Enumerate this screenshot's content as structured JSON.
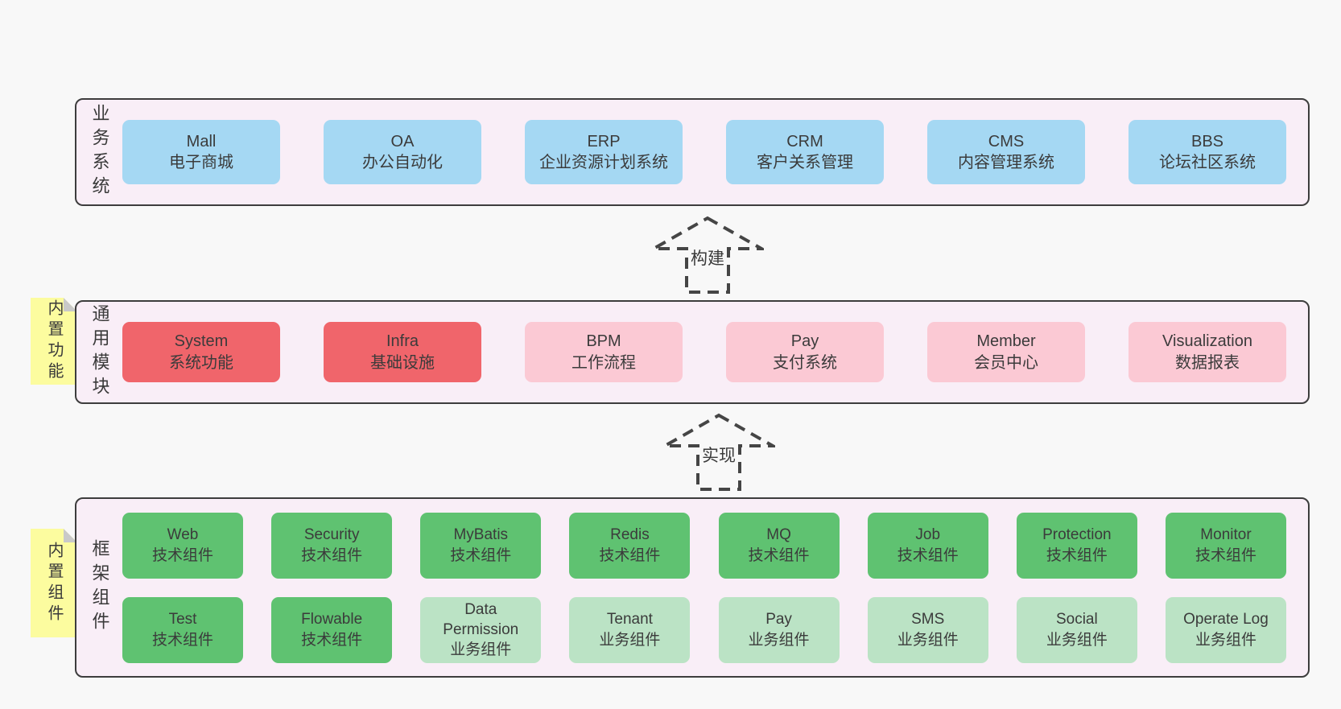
{
  "colors": {
    "page_bg": "#f8f8f8",
    "band_bg": "#f9eef7",
    "band_border": "#3d3d3d",
    "business_system_box": "#a5d8f3",
    "core_module_box": "#f0656b",
    "optional_module_box": "#fbc9d4",
    "tech_component_box": "#5fc271",
    "business_component_box": "#bbe3c5",
    "sticky_note": "#fcfc9f",
    "sticky_fold": "#c9c9c9",
    "text": "#3a3a3a"
  },
  "bands": [
    {
      "label": "业务系统",
      "boxes": [
        {
          "en": "Mall",
          "zh": "电子商城"
        },
        {
          "en": "OA",
          "zh": "办公自动化"
        },
        {
          "en": "ERP",
          "zh": "企业资源计划系统"
        },
        {
          "en": "CRM",
          "zh": "客户关系管理"
        },
        {
          "en": "CMS",
          "zh": "内容管理系统"
        },
        {
          "en": "BBS",
          "zh": "论坛社区系统"
        }
      ]
    },
    {
      "label": "通用模块",
      "sticky": "内置功能",
      "boxes": [
        {
          "en": "System",
          "zh": "系统功能"
        },
        {
          "en": "Infra",
          "zh": "基础设施"
        },
        {
          "en": "BPM",
          "zh": "工作流程"
        },
        {
          "en": "Pay",
          "zh": "支付系统"
        },
        {
          "en": "Member",
          "zh": "会员中心"
        },
        {
          "en": "Visualization",
          "zh": "数据报表"
        }
      ]
    },
    {
      "label": "框架组件",
      "sticky": "内置组件",
      "row1": [
        {
          "en": "Web",
          "zh": "技术组件"
        },
        {
          "en": "Security",
          "zh": "技术组件"
        },
        {
          "en": "MyBatis",
          "zh": "技术组件"
        },
        {
          "en": "Redis",
          "zh": "技术组件"
        },
        {
          "en": "MQ",
          "zh": "技术组件"
        },
        {
          "en": "Job",
          "zh": "技术组件"
        },
        {
          "en": "Protection",
          "zh": "技术组件"
        },
        {
          "en": "Monitor",
          "zh": "技术组件"
        }
      ],
      "row2": [
        {
          "en": "Test",
          "zh": "技术组件"
        },
        {
          "en": "Flowable",
          "zh": "技术组件"
        },
        {
          "en": "Data Permission",
          "zh": "业务组件"
        },
        {
          "en": "Tenant",
          "zh": "业务组件"
        },
        {
          "en": "Pay",
          "zh": "业务组件"
        },
        {
          "en": "SMS",
          "zh": "业务组件"
        },
        {
          "en": "Social",
          "zh": "业务组件"
        },
        {
          "en": "Operate Log",
          "zh": "业务组件"
        }
      ]
    }
  ],
  "arrows": {
    "build": "构建",
    "implement": "实现"
  }
}
